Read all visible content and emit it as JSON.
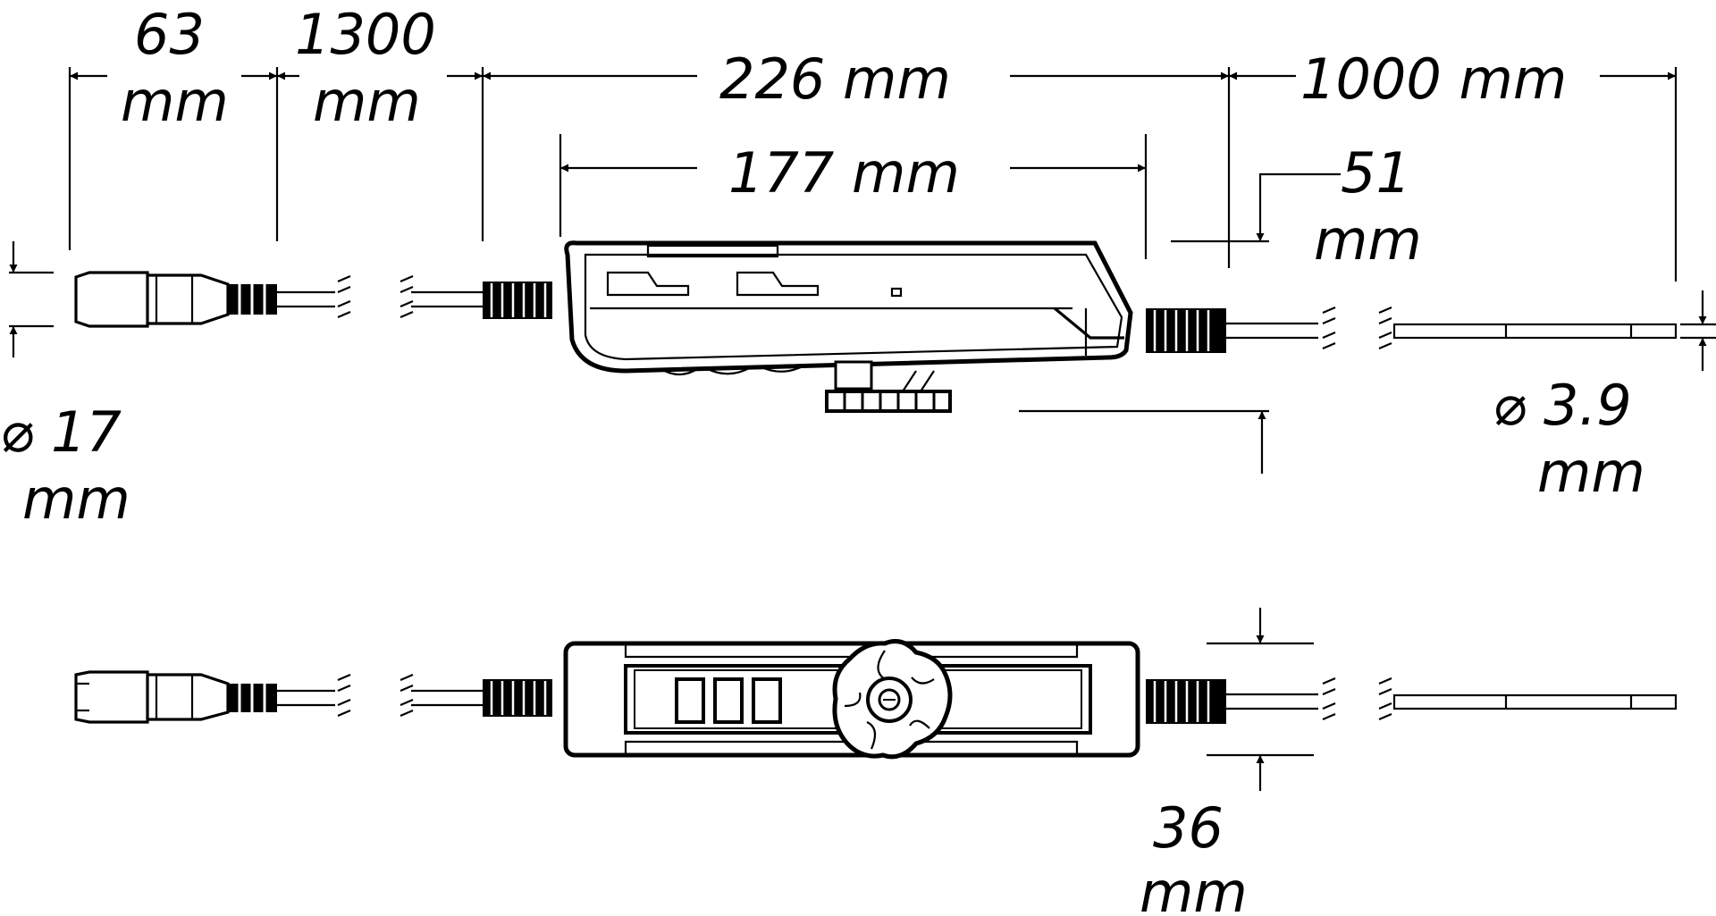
{
  "dimensions": {
    "connector_length": {
      "value": "63",
      "unit": "mm"
    },
    "cable_length_left": {
      "value": "1300",
      "unit": "mm"
    },
    "total_length": "226 mm",
    "housing_length": "177 mm",
    "tail_length": "1000 mm",
    "strain_relief_length": {
      "value": "51",
      "unit": "mm"
    },
    "connector_diameter": {
      "value": "⌀ 17",
      "unit": "mm"
    },
    "probe_diameter": {
      "value": "⌀ 3.9",
      "unit": "mm"
    },
    "housing_width": {
      "value": "36",
      "unit": "mm"
    }
  },
  "colors": {
    "line": "#000000",
    "background": "#ffffff"
  }
}
